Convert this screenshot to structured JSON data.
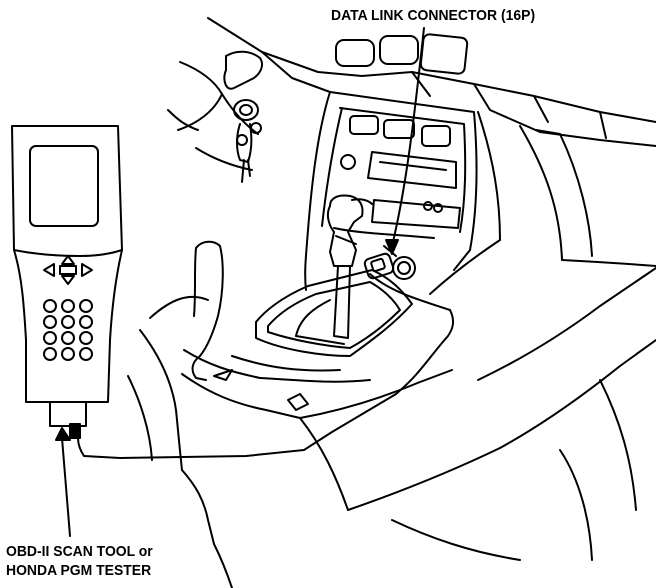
{
  "diagram": {
    "labels": {
      "data_link_connector": "DATA LINK CONNECTOR (16P)",
      "scan_tool_line1": "OBD-II SCAN TOOL or",
      "scan_tool_line2": "HONDA PGM TESTER"
    },
    "scan_tool_keypad_rows": 4,
    "scan_tool_keypad_cols": 3
  }
}
